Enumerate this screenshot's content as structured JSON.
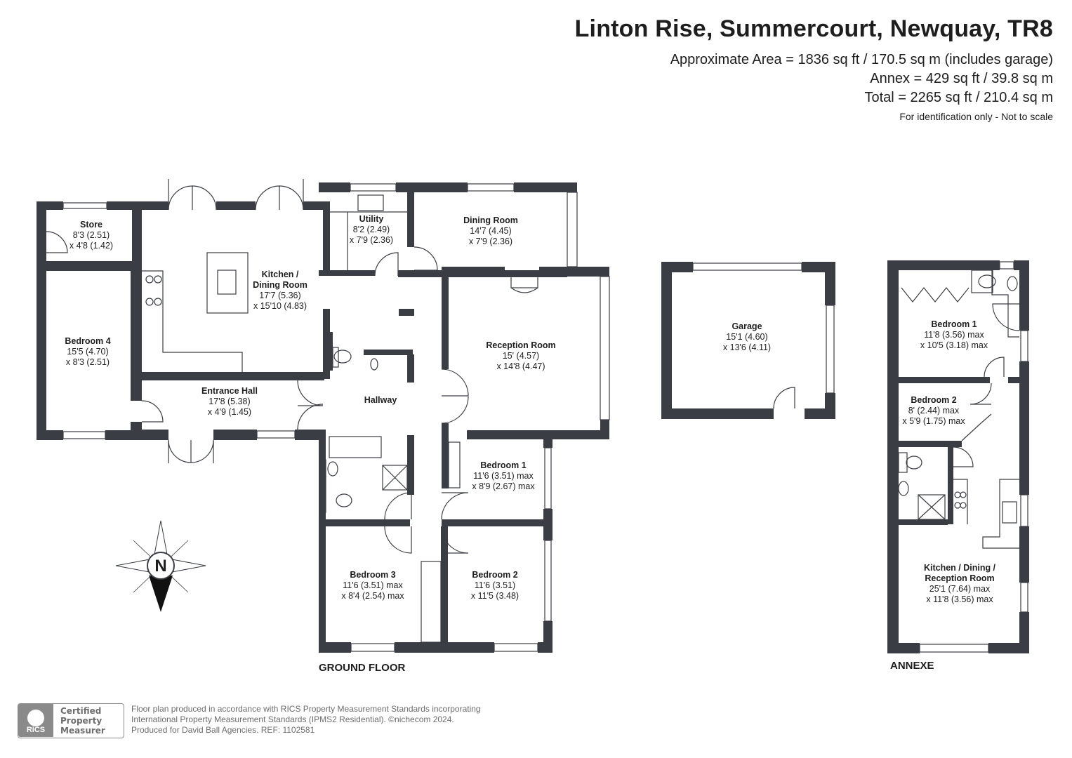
{
  "header": {
    "title": "Linton Rise, Summercourt, Newquay, TR8",
    "approx_area": "Approximate Area = 1836 sq ft / 170.5 sq m (includes garage)",
    "annex_area": "Annex = 429 sq ft / 39.8 sq m",
    "total_area": "Total = 2265 sq ft / 210.4 sq m",
    "note": "For identification only - Not to scale"
  },
  "rooms": {
    "store": {
      "name": "Store",
      "dim1": "8'3 (2.51)",
      "dim2": "x 4'8 (1.42)"
    },
    "kitchen": {
      "name": "Kitchen /",
      "name2": "Dining Room",
      "dim1": "17'7 (5.36)",
      "dim2": "x 15'10 (4.83)"
    },
    "utility": {
      "name": "Utility",
      "dim1": "8'2 (2.49)",
      "dim2": "x 7'9 (2.36)"
    },
    "dining": {
      "name": "Dining Room",
      "dim1": "14'7 (4.45)",
      "dim2": "x 7'9 (2.36)"
    },
    "bedroom4": {
      "name": "Bedroom 4",
      "dim1": "15'5 (4.70)",
      "dim2": "x 8'3 (2.51)"
    },
    "reception": {
      "name": "Reception Room",
      "dim1": "15' (4.57)",
      "dim2": "x 14'8 (4.47)"
    },
    "entrance": {
      "name": "Entrance Hall",
      "dim1": "17'8 (5.38)",
      "dim2": "x 4'9 (1.45)"
    },
    "hallway": {
      "name": "Hallway"
    },
    "bedroom1": {
      "name": "Bedroom 1",
      "dim1": "11'6 (3.51) max",
      "dim2": "x 8'9 (2.67) max"
    },
    "bedroom3": {
      "name": "Bedroom 3",
      "dim1": "11'6 (3.51) max",
      "dim2": "x 8'4 (2.54) max"
    },
    "bedroom2": {
      "name": "Bedroom 2",
      "dim1": "11'6 (3.51)",
      "dim2": "x 11'5 (3.48)"
    },
    "garage": {
      "name": "Garage",
      "dim1": "15'1 (4.60)",
      "dim2": "x 13'6 (4.11)"
    },
    "annex_bedroom1": {
      "name": "Bedroom 1",
      "dim1": "11'8 (3.56) max",
      "dim2": "x 10'5 (3.18) max"
    },
    "annex_bedroom2": {
      "name": "Bedroom 2",
      "dim1": "8' (2.44) max",
      "dim2": "x 5'9 (1.75) max"
    },
    "annex_kitchen": {
      "name": "Kitchen / Dining /",
      "name2": "Reception Room",
      "dim1": "25'1 (7.64) max",
      "dim2": "x 11'8 (3.56) max"
    }
  },
  "labels": {
    "ground_floor": "GROUND FLOOR",
    "annexe": "ANNEXE",
    "compass": "N"
  },
  "badge": {
    "rics": "RICS",
    "line1": "Certified",
    "line2": "Property",
    "line3": "Measurer"
  },
  "footer": {
    "line1": "Floor plan produced in accordance with RICS Property Measurement Standards incorporating",
    "line2": "International Property Measurement Standards (IPMS2 Residential).  ©nichecom 2024.",
    "line3": "Produced for David Ball Agencies.    REF:  1102581"
  },
  "colors": {
    "wall": "#3a3d44",
    "text": "#1e1e1e",
    "badge": "#8a8a8a"
  }
}
